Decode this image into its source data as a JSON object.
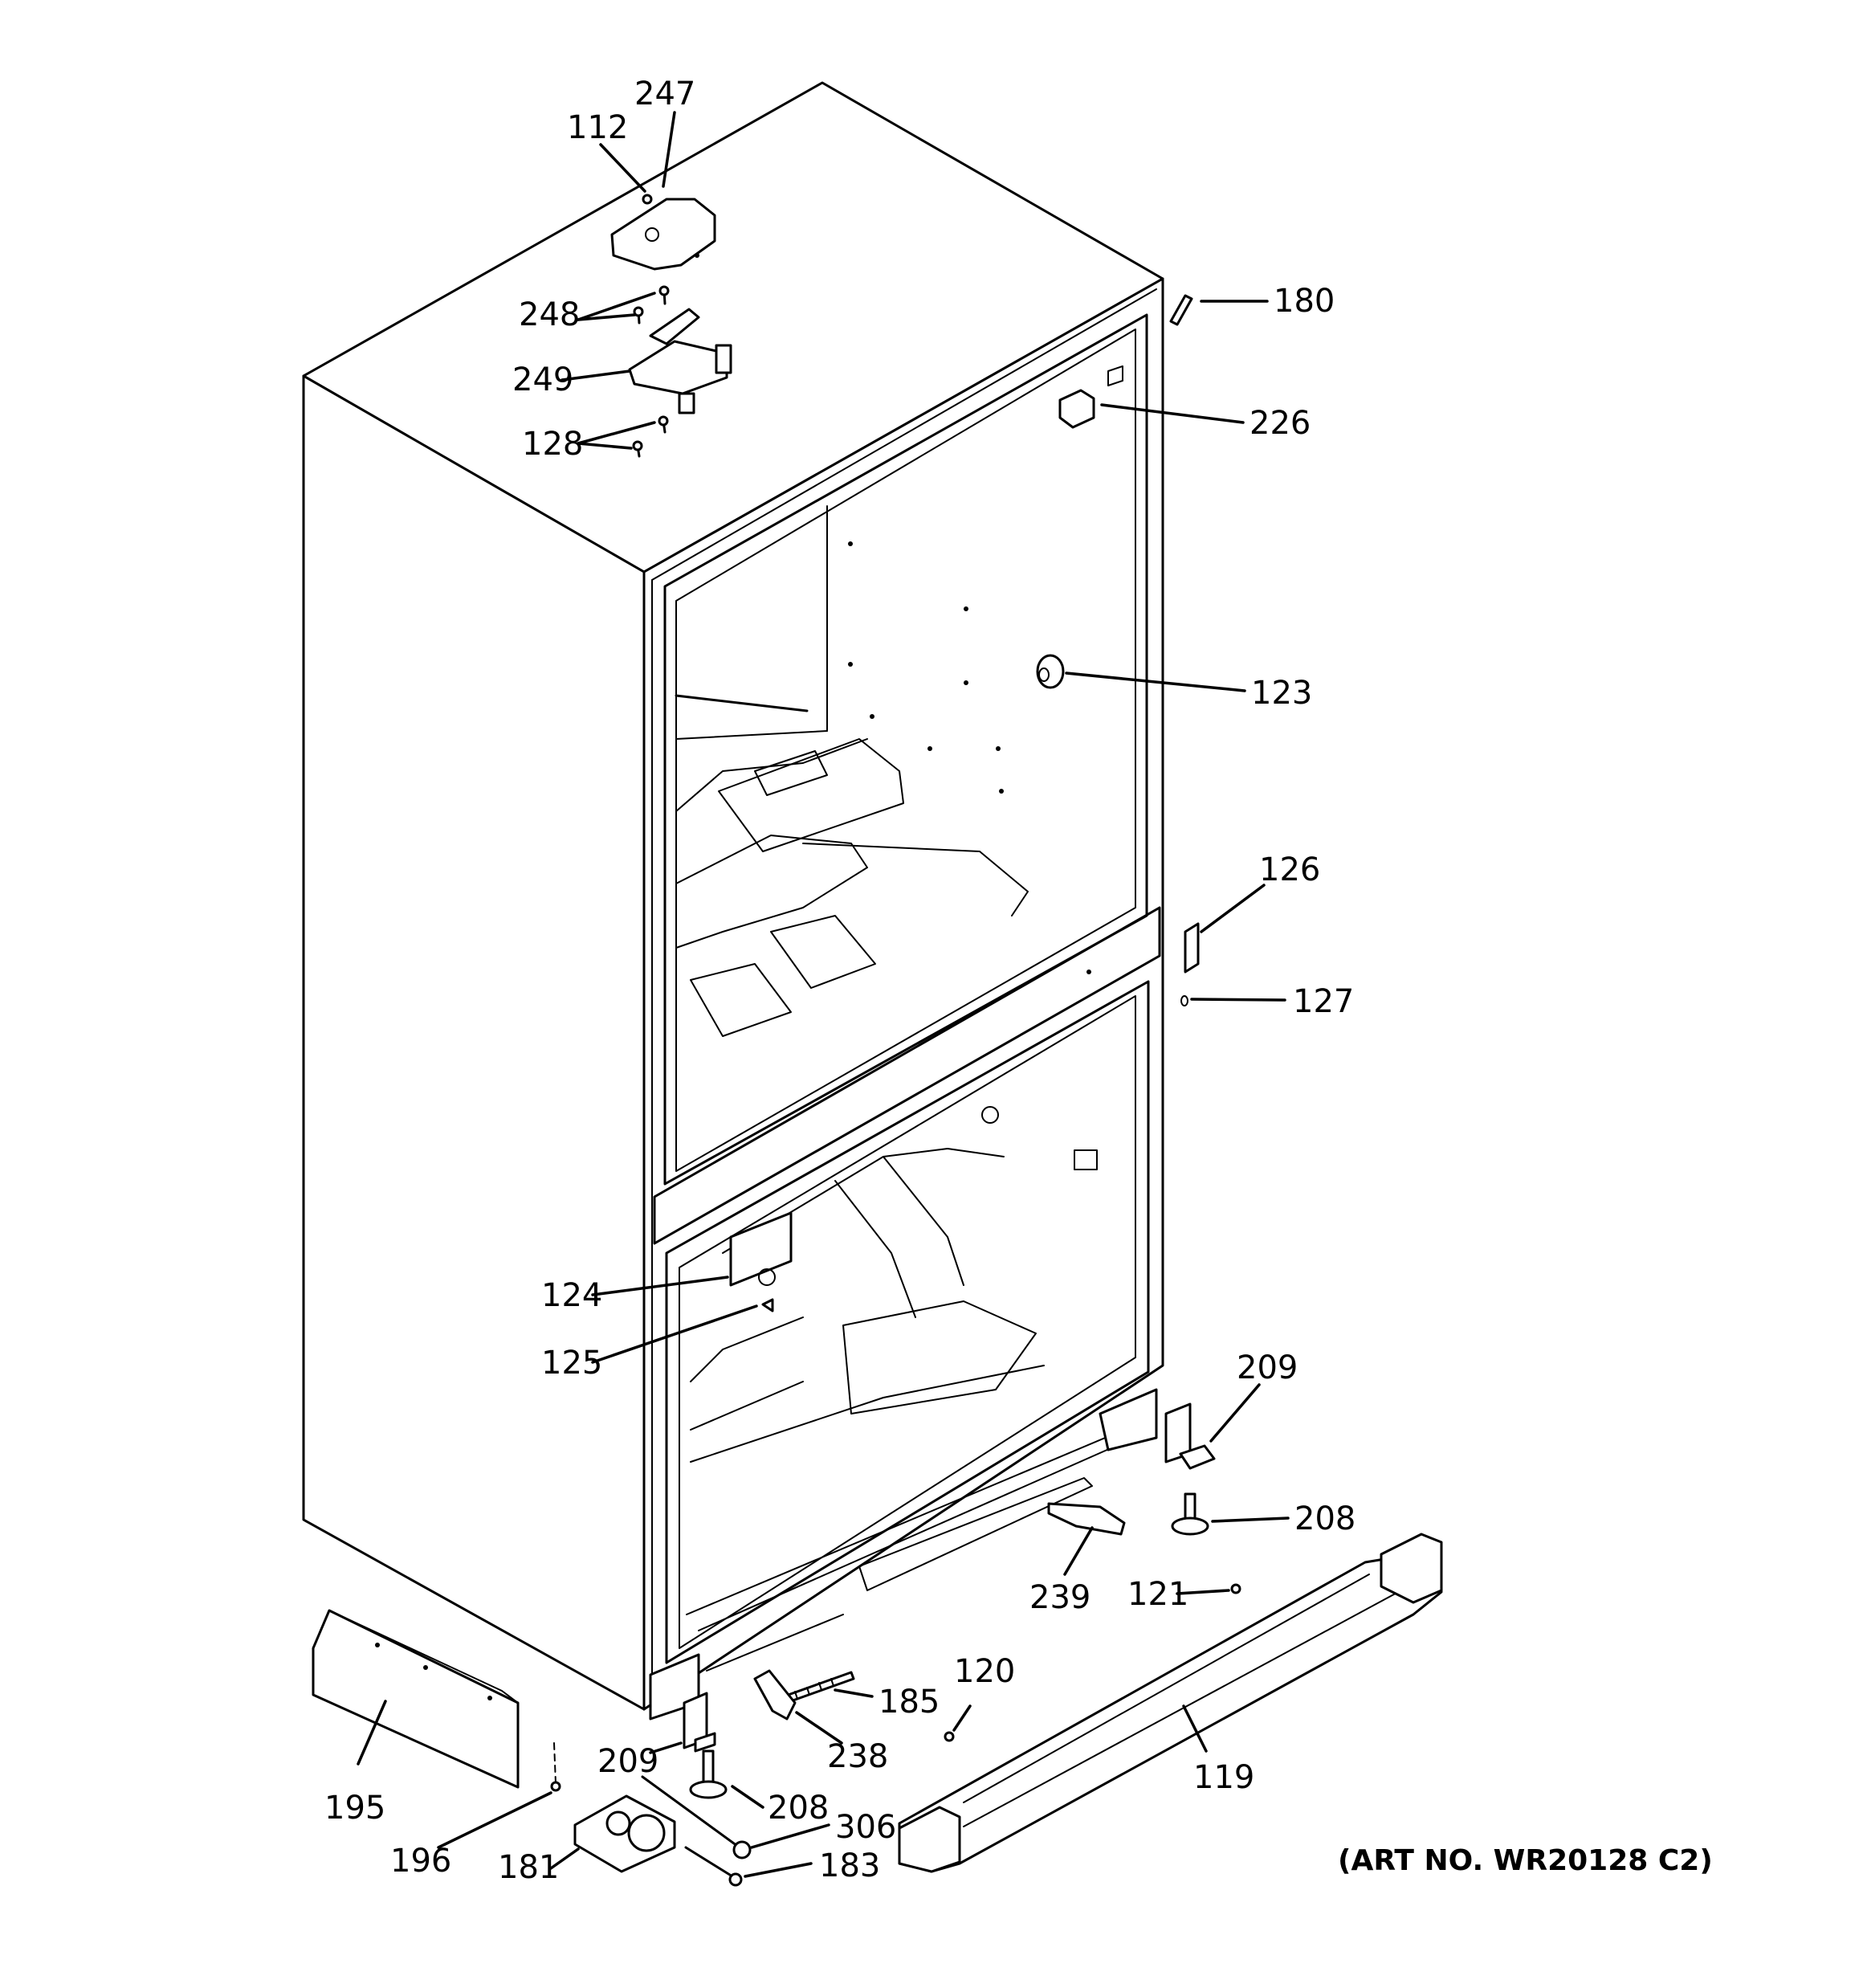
{
  "diagram": {
    "art_number": "(ART NO. WR20128 C2)",
    "callouts": [
      {
        "id": "112",
        "label": "112"
      },
      {
        "id": "247",
        "label": "247"
      },
      {
        "id": "248",
        "label": "248"
      },
      {
        "id": "249",
        "label": "249"
      },
      {
        "id": "128",
        "label": "128"
      },
      {
        "id": "180",
        "label": "180"
      },
      {
        "id": "226",
        "label": "226"
      },
      {
        "id": "123",
        "label": "123"
      },
      {
        "id": "126",
        "label": "126"
      },
      {
        "id": "127",
        "label": "127"
      },
      {
        "id": "124",
        "label": "124"
      },
      {
        "id": "125",
        "label": "125"
      },
      {
        "id": "209a",
        "label": "209"
      },
      {
        "id": "208a",
        "label": "208"
      },
      {
        "id": "239",
        "label": "239"
      },
      {
        "id": "121",
        "label": "121"
      },
      {
        "id": "120",
        "label": "120"
      },
      {
        "id": "185",
        "label": "185"
      },
      {
        "id": "238",
        "label": "238"
      },
      {
        "id": "209b",
        "label": "209"
      },
      {
        "id": "208b",
        "label": "208"
      },
      {
        "id": "306",
        "label": "306"
      },
      {
        "id": "183",
        "label": "183"
      },
      {
        "id": "181",
        "label": "181"
      },
      {
        "id": "195",
        "label": "195"
      },
      {
        "id": "196",
        "label": "196"
      },
      {
        "id": "119",
        "label": "119"
      }
    ]
  }
}
